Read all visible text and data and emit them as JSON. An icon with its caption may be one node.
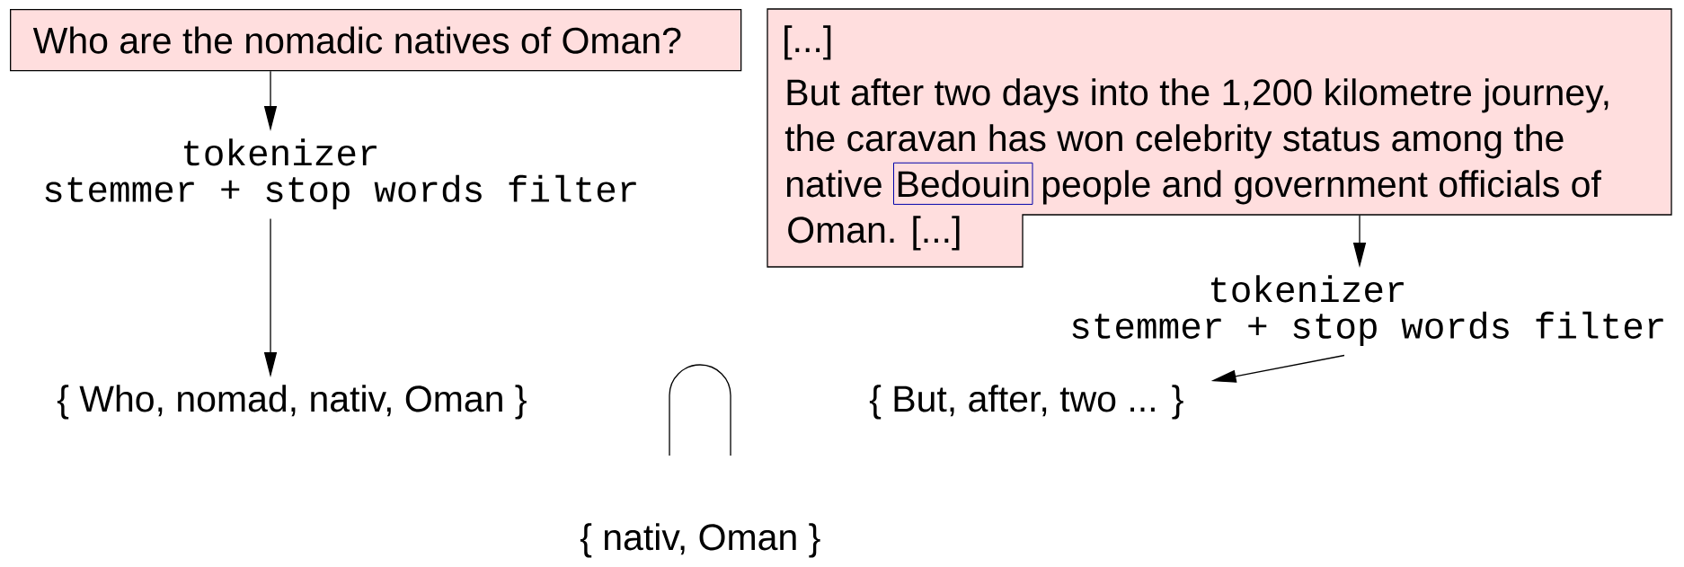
{
  "diagram": {
    "nodes": [
      {
        "text": [
          "Who are the nomadic natives of Oman?"
        ]
      },
      {
        "text": [
          "tokenizer",
          "stemmer + stop words filter"
        ]
      },
      {
        "text": [
          "{ Who, nomad, nativ, Oman }"
        ]
      },
      {
        "text": [
          "[...]",
          "But after two days into the 1,200 kilometre journey, the caravan has won celebrity status among the native",
          "people and government officials of Oman. [...]"
        ]
      },
      {
        "text": [
          "Bedouin"
        ],
        "in": 3
      },
      {
        "text": [
          "tokenizer",
          "stemmer + stop words filter"
        ]
      },
      {
        "text": [
          "{ But, after, two ... }"
        ]
      }
    ],
    "edges": [
      {
        "from": 0,
        "to": 1,
        "arrow": "to"
      },
      {
        "from": 1,
        "to": 2,
        "arrow": "to"
      },
      {
        "from": 3,
        "to": 5,
        "arrow": "to"
      },
      {
        "from": 5,
        "to": 6,
        "arrow": "to"
      }
    ],
    "labels": [
      "{ nativ, Oman }"
    ]
  }
}
